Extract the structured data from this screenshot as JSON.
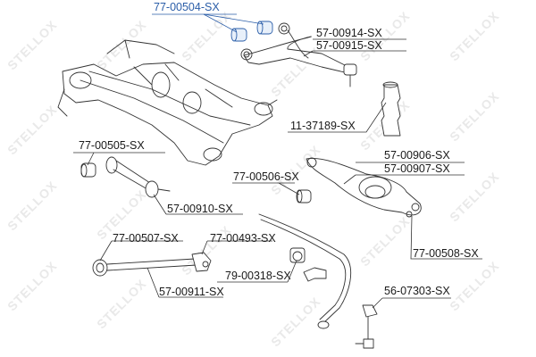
{
  "diagram": {
    "type": "exploded parts diagram - rear suspension",
    "watermark": "STELLOX",
    "colors": {
      "highlight": "#2a5da8",
      "line": "#333333",
      "watermark": "#e9e9e9"
    },
    "labels": [
      {
        "id": "77-00504",
        "text": "77-00504-SX",
        "highlighted": true
      },
      {
        "id": "57-00914",
        "text": "57-00914-SX"
      },
      {
        "id": "57-00915",
        "text": "57-00915-SX"
      },
      {
        "id": "11-37189",
        "text": "11-37189-SX"
      },
      {
        "id": "77-00505",
        "text": "77-00505-SX"
      },
      {
        "id": "57-00906",
        "text": "57-00906-SX"
      },
      {
        "id": "57-00907",
        "text": "57-00907-SX"
      },
      {
        "id": "77-00506",
        "text": "77-00506-SX"
      },
      {
        "id": "57-00910",
        "text": "57-00910-SX"
      },
      {
        "id": "77-00507",
        "text": "77-00507-SX"
      },
      {
        "id": "77-00493",
        "text": "77-00493-SX"
      },
      {
        "id": "77-00508",
        "text": "77-00508-SX"
      },
      {
        "id": "79-00318",
        "text": "79-00318-SX"
      },
      {
        "id": "57-00911",
        "text": "57-00911-SX"
      },
      {
        "id": "56-07303",
        "text": "56-07303-SX"
      }
    ]
  }
}
